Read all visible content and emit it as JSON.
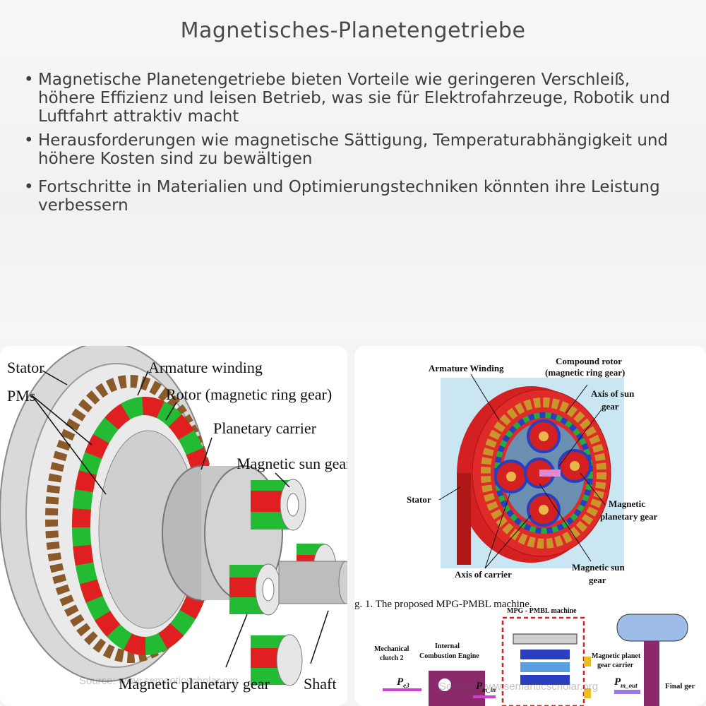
{
  "title": "Magnetisches-Planetengetriebe",
  "bullets": [
    "Magnetische Planetengetriebe bieten Vorteile wie geringeren Verschleiß, höhere Effizienz und leisen Betrieb, was sie für Elektrofahrzeuge, Robotik und Luftfahrt attraktiv macht",
    "Herausforderungen wie magnetische Sättigung, Temperaturabhängigkeit und höhere Kosten sind zu bewältigen",
    "Fortschritte in Materialien und Optimierungstechniken könnten ihre Leistung verbessern"
  ],
  "left_figure": {
    "labels": {
      "stator": "Stator",
      "pms": "PMs",
      "armature": "Armature winding",
      "rotor": "Rotor (magnetic ring gear)",
      "carrier": "Planetary carrier",
      "sun": "Magnetic sun gear",
      "planetary": "Magnetic planetary gear",
      "shaft": "Shaft"
    },
    "source": "Source: www.semanticscholar.org"
  },
  "right_figure": {
    "labels": {
      "armature": "Armature Winding",
      "compound1": "Compound rotor",
      "compound2": "(magnetic ring gear)",
      "axis_sun1": "Axis of sun",
      "axis_sun2": "gear",
      "stator": "Stator",
      "planetary1": "Magnetic",
      "planetary2": "planetary gear",
      "sun1": "Magnetic sun",
      "sun2": "gear",
      "axis_carrier": "Axis of carrier"
    },
    "caption": "g. 1.   The proposed MPG-PMBL machine.",
    "diagram": {
      "machine": "MPG - PMBL machine",
      "clutch1": "Mechanical",
      "clutch2": "clutch 2",
      "engine1": "Internal",
      "engine2": "Combustion Engine",
      "carrier1": "Magnetic planet",
      "carrier2": "gear carrier",
      "pe3": "P",
      "pe3_sub": "e3",
      "pmin": "P",
      "pmin_sub": "m_in",
      "pmout": "P",
      "pmout_sub": "m_out",
      "final": "Final ger"
    },
    "source": "Source: www.semanticscholar.org"
  }
}
